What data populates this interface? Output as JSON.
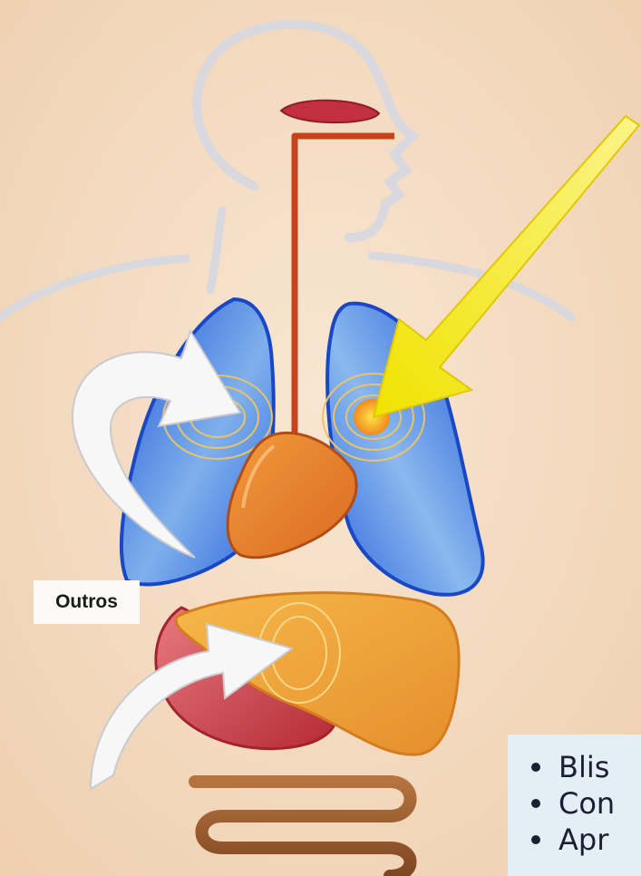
{
  "labels": {
    "outros": "Outros"
  },
  "bullets": [
    {
      "text": "Blis"
    },
    {
      "text": "Con"
    },
    {
      "text": "Apr"
    }
  ],
  "colors": {
    "background": "#f4dcc3",
    "lung": "#2f6de0",
    "lung_light": "#a9c9ef",
    "heart": "#e7822d",
    "liver": "#f0a63d",
    "stomach": "#c63a44",
    "trachea": "#c8421b",
    "yellow_arrow": "#f4ec1c",
    "white_arrow": "#f7f7f7",
    "intestine": "#9a5a30",
    "outline": "#d9d9de"
  },
  "icons": {
    "yellow_arrow": "arrow-icon",
    "white_arrows": "curved-arrow-icon"
  }
}
